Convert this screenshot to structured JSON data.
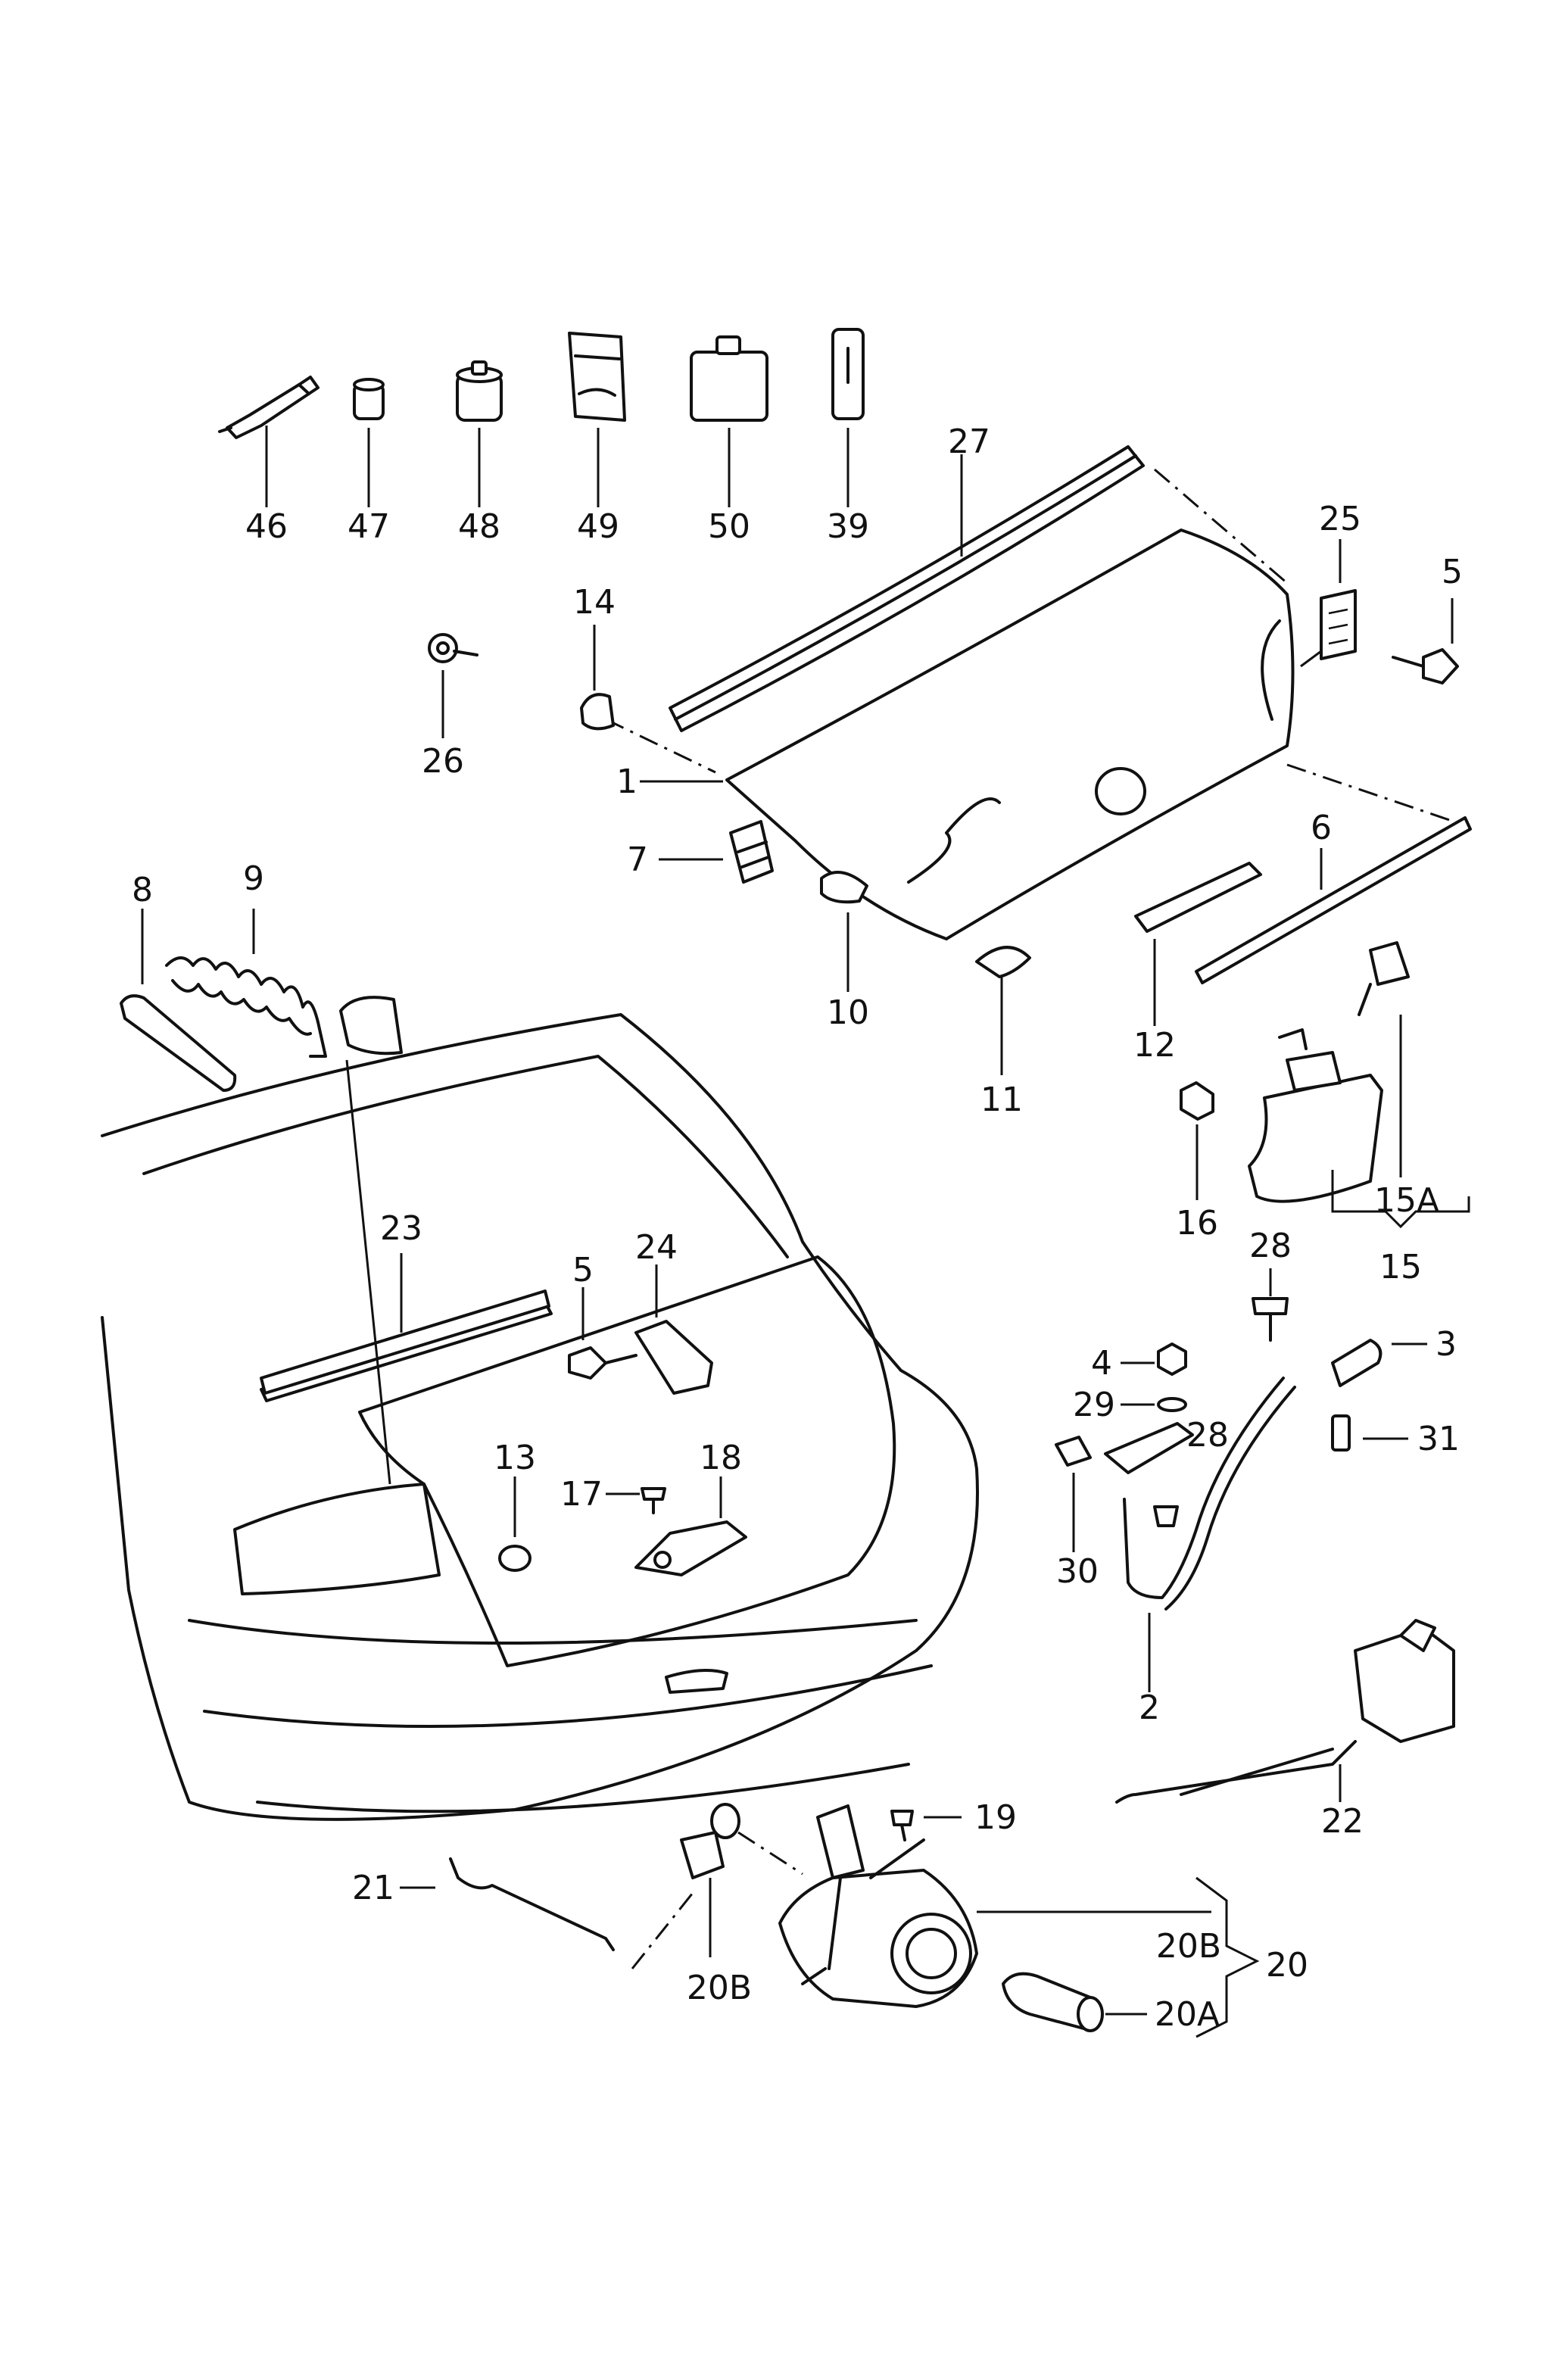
{
  "callouts": {
    "c1": "1",
    "c2": "2",
    "c3": "3",
    "c4": "4",
    "c5a": "5",
    "c5b": "5",
    "c6": "6",
    "c7": "7",
    "c8": "8",
    "c9": "9",
    "c10": "10",
    "c11": "11",
    "c12": "12",
    "c13": "13",
    "c14": "14",
    "c15": "15",
    "c15a": "15A",
    "c16": "16",
    "c17": "17",
    "c18": "18",
    "c19": "19",
    "c20": "20",
    "c20a": "20A",
    "c20b1": "20B",
    "c20b2": "20B",
    "c21": "21",
    "c22": "22",
    "c23": "23",
    "c24": "24",
    "c25": "25",
    "c26": "26",
    "c27": "27",
    "c28a": "28",
    "c28b": "28",
    "c29": "29",
    "c30": "30",
    "c31": "31",
    "c39": "39",
    "c46": "46",
    "c47": "47",
    "c48": "48",
    "c49": "49",
    "c50": "50"
  }
}
